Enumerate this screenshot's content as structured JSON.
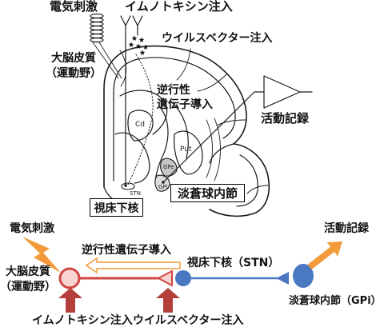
{
  "brain_section": {
    "stimulation_label": "電気刺激",
    "immunotoxin_label": "イムノトキシン注入",
    "virus_vector_label": "ウイルスベクター注入",
    "cortex_label": "大脳皮質",
    "cortex_area_label": "（運動野）",
    "retrograde_label": [
      "逆行性",
      "遺伝子導入"
    ],
    "recording_label": "活動記録",
    "structures": {
      "cd": "Cd",
      "put": "Put",
      "gpe": "GPe",
      "gpi": "GPi",
      "stn": "STN"
    },
    "stn_box_label": "視床下核",
    "gpi_box_label": "淡蒼球内節"
  },
  "circuit": {
    "stimulation_label": "電気刺激",
    "recording_label": "活動記録",
    "retrograde_label": "逆行性遺伝子導入",
    "cortex_label": "大脳皮質",
    "cortex_area_label": "（運動野）",
    "stn_label": "視床下核（STN）",
    "gpi_label": "淡蒼球内節（GPi）",
    "immunotoxin_label": "イムノトキシン注入",
    "virus_vector_label": "ウイルスベクター注入"
  },
  "colors": {
    "stimulation": "#f39a3a",
    "recording": "#f39a3a",
    "retrograde_transfer": "#f39a3a",
    "cortex_neuron": "#cf463f",
    "cortex_neuron_fill": "#f8d3d1",
    "stn_neuron": "#4a78c2",
    "gpi_neuron": "#4a78c2",
    "injection_arrow": "#b3403b",
    "pallidum_fill": "#c6c6c6"
  }
}
